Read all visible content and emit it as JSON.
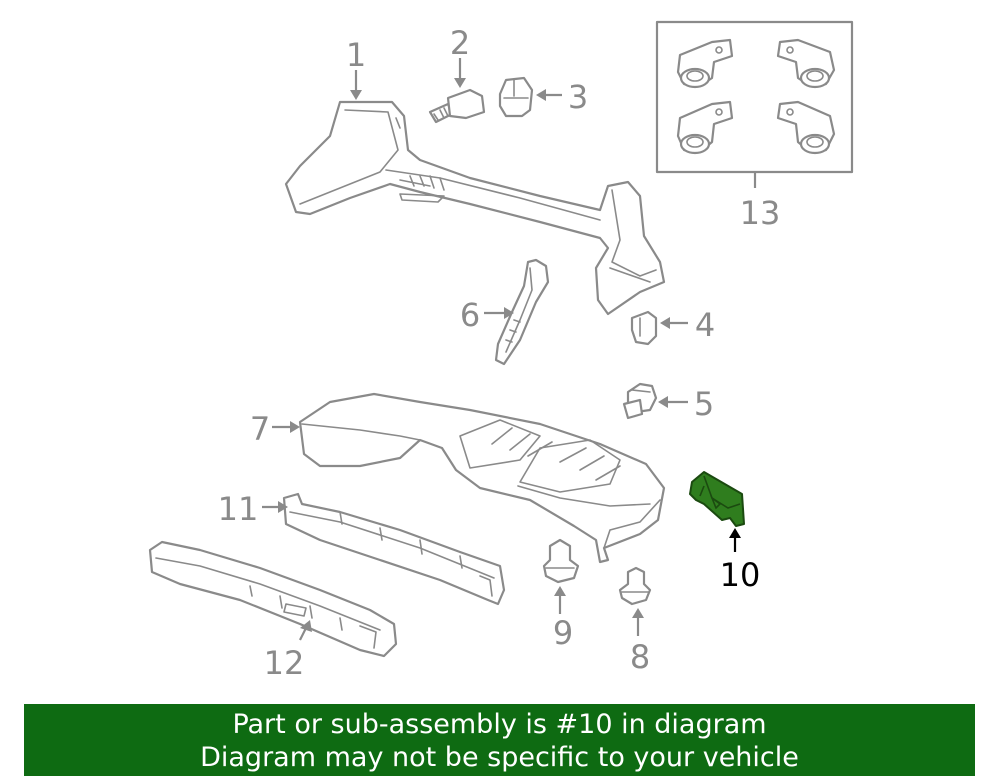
{
  "callouts": {
    "c1": "1",
    "c2": "2",
    "c3": "3",
    "c4": "4",
    "c5": "5",
    "c6": "6",
    "c7": "7",
    "c8": "8",
    "c9": "9",
    "c10": "10",
    "c11": "11",
    "c12": "12",
    "c13": "13"
  },
  "highlight": {
    "part_number": "10",
    "color": "#2f7d1e"
  },
  "banner": {
    "line1": "Part or sub-assembly is #10 in diagram",
    "line2": "Diagram may not be specific to your vehicle",
    "background": "#0e6b12"
  }
}
